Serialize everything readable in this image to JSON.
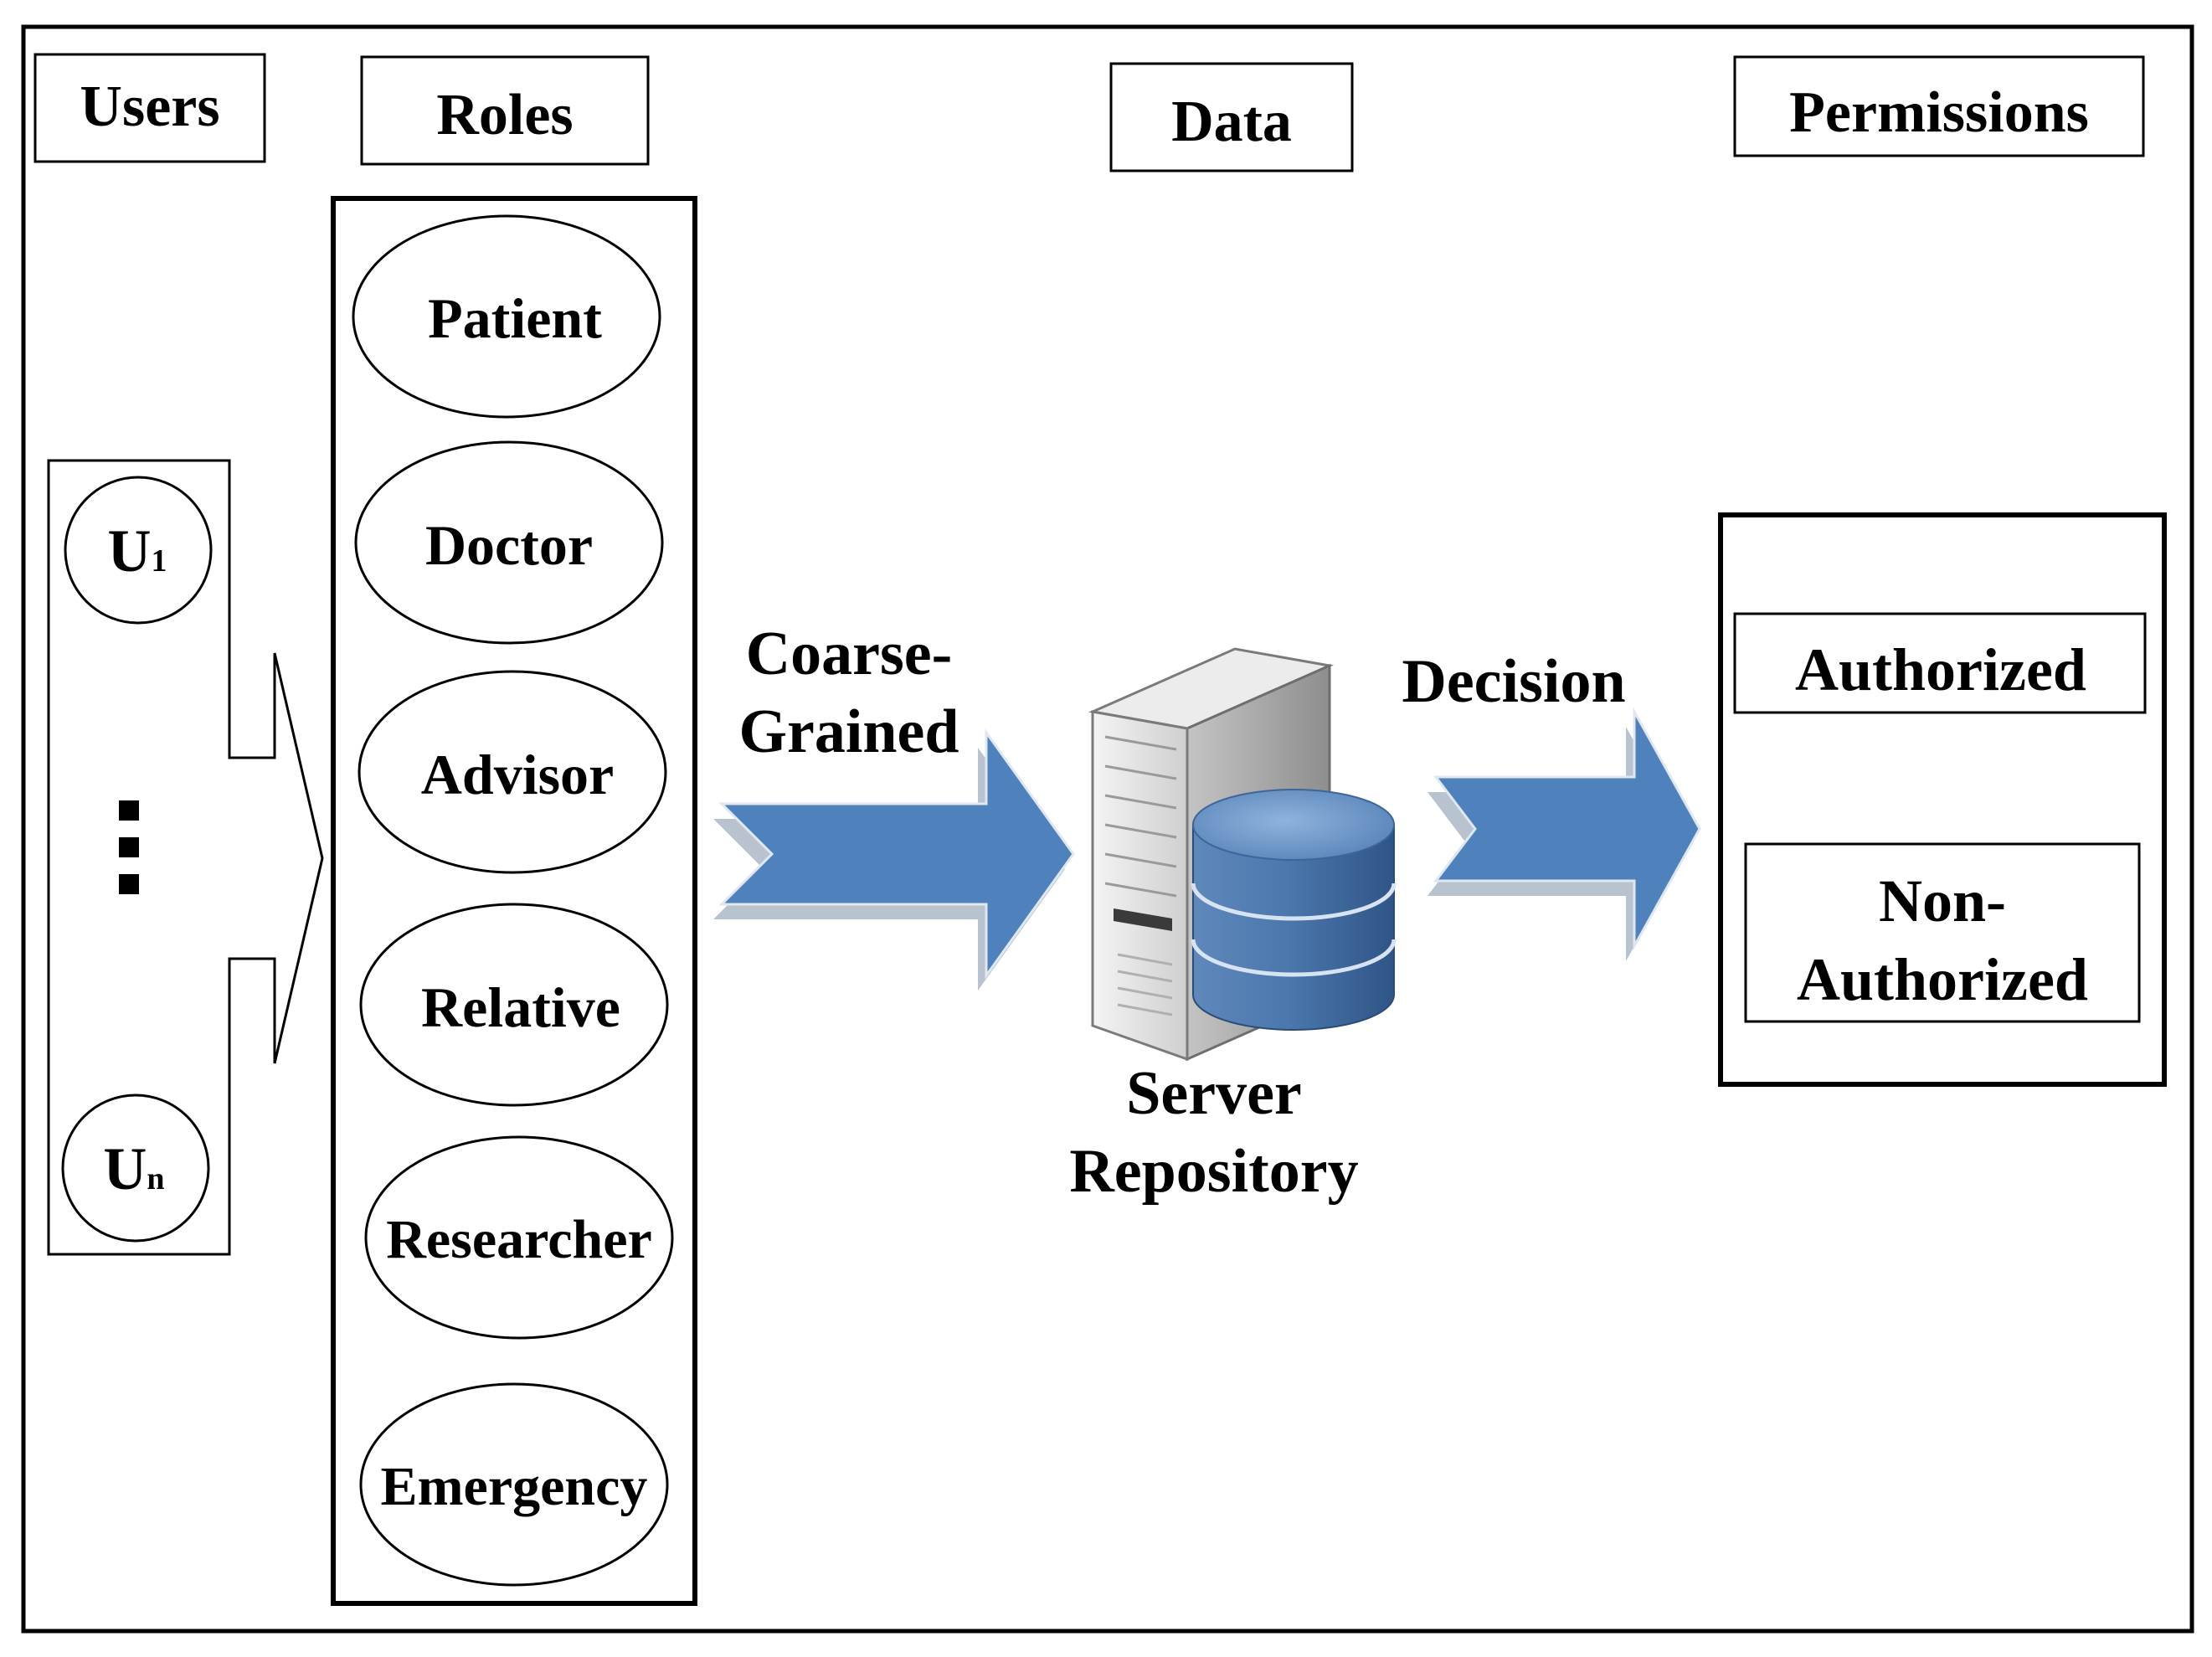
{
  "headers": {
    "users": "Users",
    "roles": "Roles",
    "data": "Data",
    "permissions": "Permissions"
  },
  "users": {
    "first": {
      "letter": "U",
      "subscript": "1"
    },
    "ellipsis": "⋮",
    "last": {
      "letter": "U",
      "subscript": "n"
    }
  },
  "roles": [
    "Patient",
    "Doctor",
    "Advisor",
    "Relative",
    "Researcher",
    "Emergency"
  ],
  "arrow_labels": {
    "coarse_line1": "Coarse-",
    "coarse_line2": "Grained",
    "decision": "Decision"
  },
  "server": {
    "icon": "server-database-icon",
    "label_line1": "Server",
    "label_line2": "Repository"
  },
  "permissions": {
    "authorized": "Authorized",
    "non_authorized_line1": "Non-",
    "non_authorized_line2": "Authorized"
  },
  "colors": {
    "arrow_fill": "#4f81bd",
    "arrow_shadow": "#b9c3cf",
    "db_blue": "#4a74a8",
    "db_top": "#6b95c6",
    "server_gray": "#d6d6d6"
  }
}
